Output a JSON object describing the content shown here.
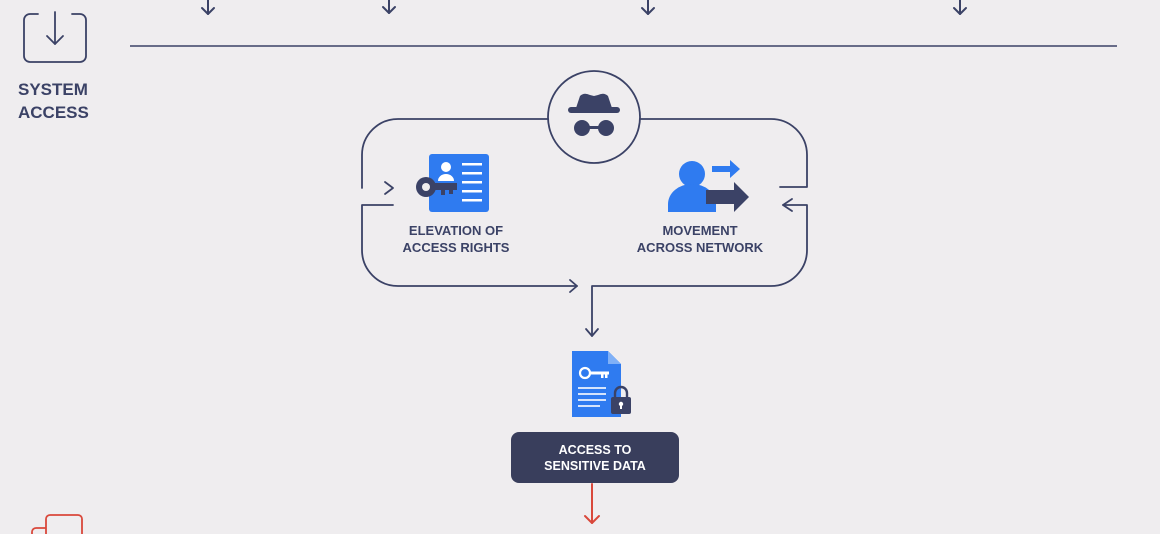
{
  "stage": {
    "label": "SYSTEM\nACCESS",
    "icon": "download-tray-icon"
  },
  "center_icon": "spy-incognito-icon",
  "nodes": [
    {
      "id": "elevation",
      "label": "ELEVATION OF\nACCESS RIGHTS",
      "icon": "key-id-card-icon"
    },
    {
      "id": "movement",
      "label": "MOVEMENT\nACROSS NETWORK",
      "icon": "user-transfer-icon"
    },
    {
      "id": "sensitive",
      "label": "ACCESS TO\nSENSITIVE DATA",
      "icon": "locked-document-icon"
    }
  ],
  "next_stage_icon": "documents-icon",
  "colors": {
    "background": "#efedef",
    "line": "#3b4266",
    "accent_blue": "#2f7bf0",
    "dark_box": "#393e5c",
    "alert_red": "#d9483b",
    "next_stage_red": "#d9483b"
  }
}
